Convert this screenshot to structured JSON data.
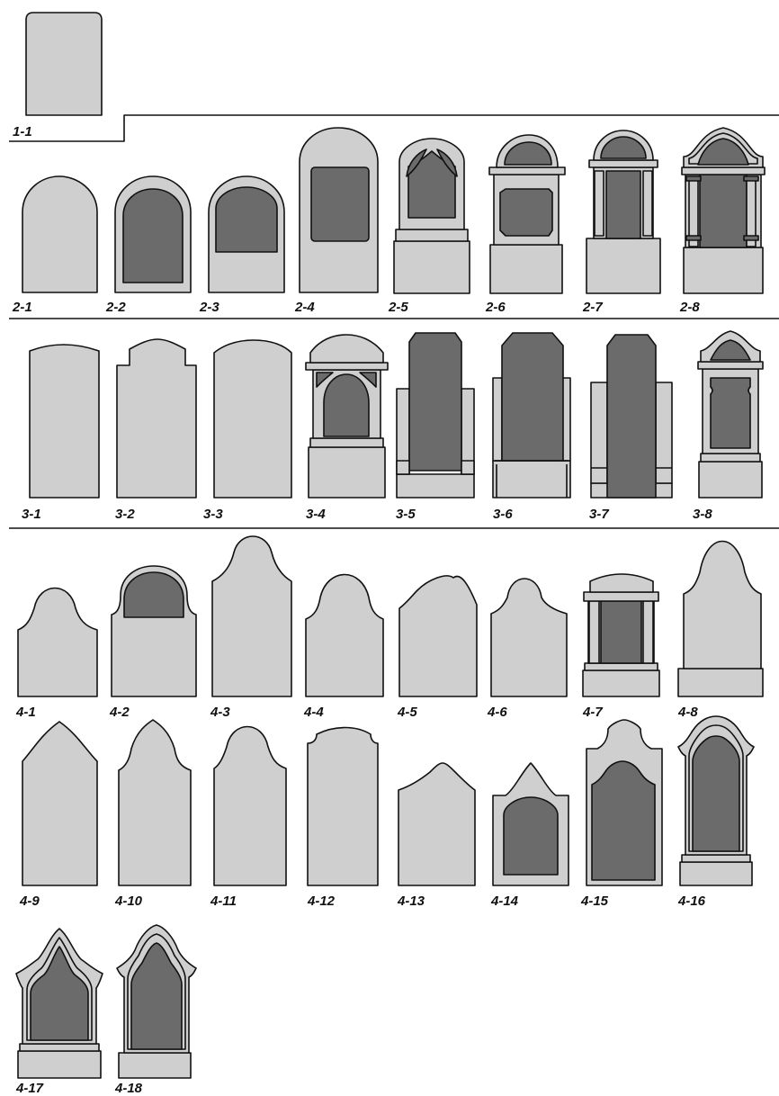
{
  "labels": {
    "s1_1": "1-1",
    "s2_1": "2-1",
    "s2_2": "2-2",
    "s2_3": "2-3",
    "s2_4": "2-4",
    "s2_5": "2-5",
    "s2_6": "2-6",
    "s2_7": "2-7",
    "s2_8": "2-8",
    "s3_1": "3-1",
    "s3_2": "3-2",
    "s3_3": "3-3",
    "s3_4": "3-4",
    "s3_5": "3-5",
    "s3_6": "3-6",
    "s3_7": "3-7",
    "s3_8": "3-8",
    "s4_1": "4-1",
    "s4_2": "4-2",
    "s4_3": "4-3",
    "s4_4": "4-4",
    "s4_5": "4-5",
    "s4_6": "4-6",
    "s4_7": "4-7",
    "s4_8": "4-8",
    "s4_9": "4-9",
    "s4_10": "4-10",
    "s4_11": "4-11",
    "s4_12": "4-12",
    "s4_13": "4-13",
    "s4_14": "4-14",
    "s4_15": "4-15",
    "s4_16": "4-16",
    "s4_17": "4-17",
    "s4_18": "4-18"
  },
  "colors": {
    "stone_light": "#cfcfcf",
    "stone_dark": "#6b6b6b",
    "outline": "#111111"
  }
}
